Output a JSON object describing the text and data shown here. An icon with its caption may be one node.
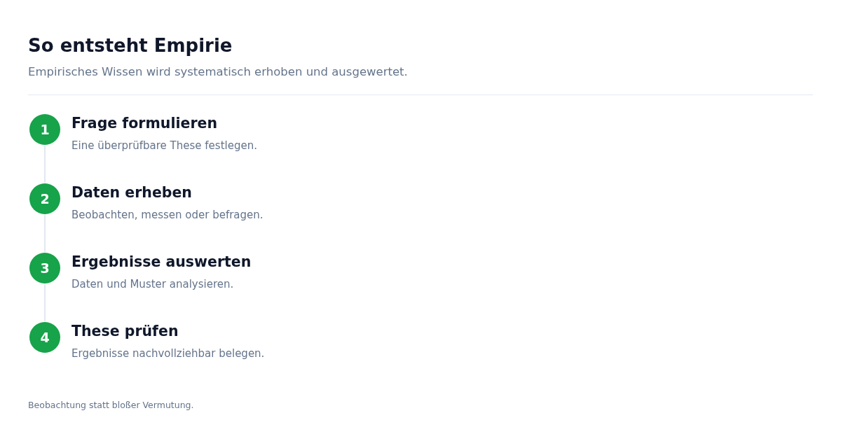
{
  "diagram": {
    "title": "So entsteht Empirie",
    "nodes": [
      {
        "text": [
          "1"
        ],
        "beside": [
          "Frage formulieren",
          "Eine überprüfbare These festlegen."
        ]
      },
      {
        "text": [
          "2"
        ],
        "beside": [
          "Daten erheben",
          "Beobachten, messen oder befragen."
        ]
      },
      {
        "text": [
          "3"
        ],
        "beside": [
          "Ergebnisse auswerten",
          "Daten und Muster analysieren."
        ]
      },
      {
        "text": [
          "4"
        ],
        "beside": [
          "These prüfen",
          "Ergebnisse nachvollziehbar belegen."
        ]
      }
    ],
    "edges": [
      {
        "from": 0,
        "to": 1,
        "arrow": "none"
      },
      {
        "from": 1,
        "to": 2,
        "arrow": "none"
      },
      {
        "from": 2,
        "to": 3,
        "arrow": "none"
      }
    ],
    "labels": [
      "Empirisches Wissen wird systematisch erhoben und ausgewertet."
    ],
    "caption": "Beobachtung statt bloßer Vermutung."
  }
}
